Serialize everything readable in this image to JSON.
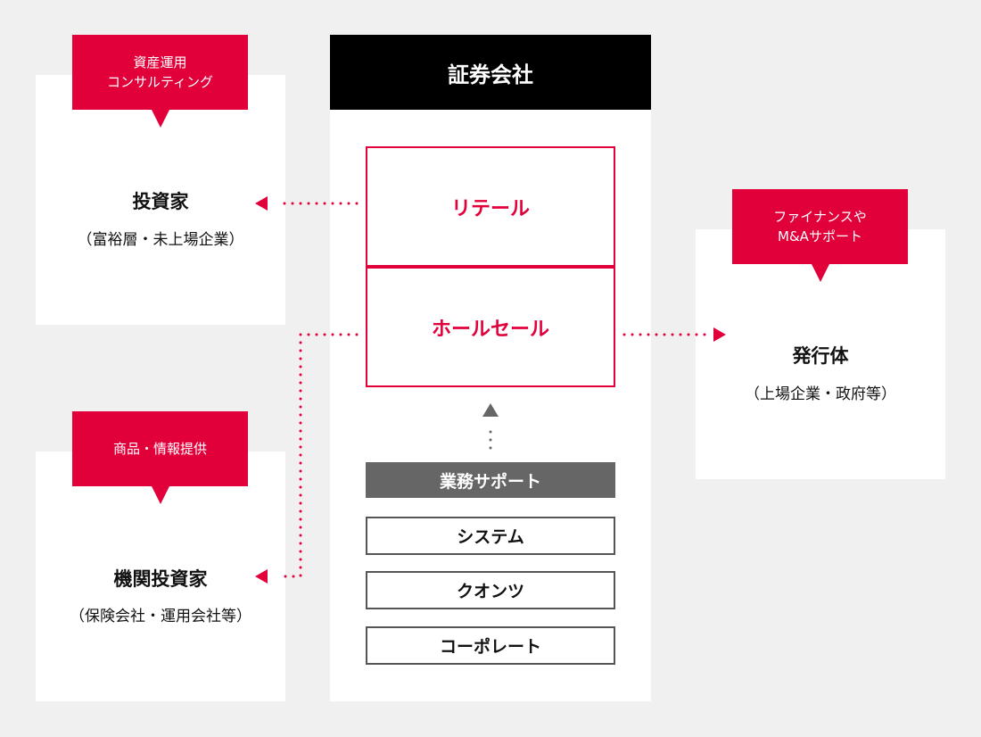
{
  "investor": {
    "callout": [
      "資産運用",
      "コンサルティング"
    ],
    "title": "投資家",
    "sub": "（富裕層・未上場企業）"
  },
  "institutional": {
    "callout": "商品・情報提供",
    "title": "機関投資家",
    "sub": "（保険会社・運用会社等）"
  },
  "issuer": {
    "callout": [
      "ファイナンスや",
      "M&Aサポート"
    ],
    "title": "発行体",
    "sub": "（上場企業・政府等）"
  },
  "company": {
    "header": "証券会社",
    "retail": "リテール",
    "wholesale": "ホールセール",
    "support_label": "業務サポート",
    "support_items": [
      "システム",
      "クオンツ",
      "コーポレート"
    ]
  },
  "colors": {
    "accent": "#e2003b",
    "header": "#000000",
    "support_bar": "#666666"
  }
}
